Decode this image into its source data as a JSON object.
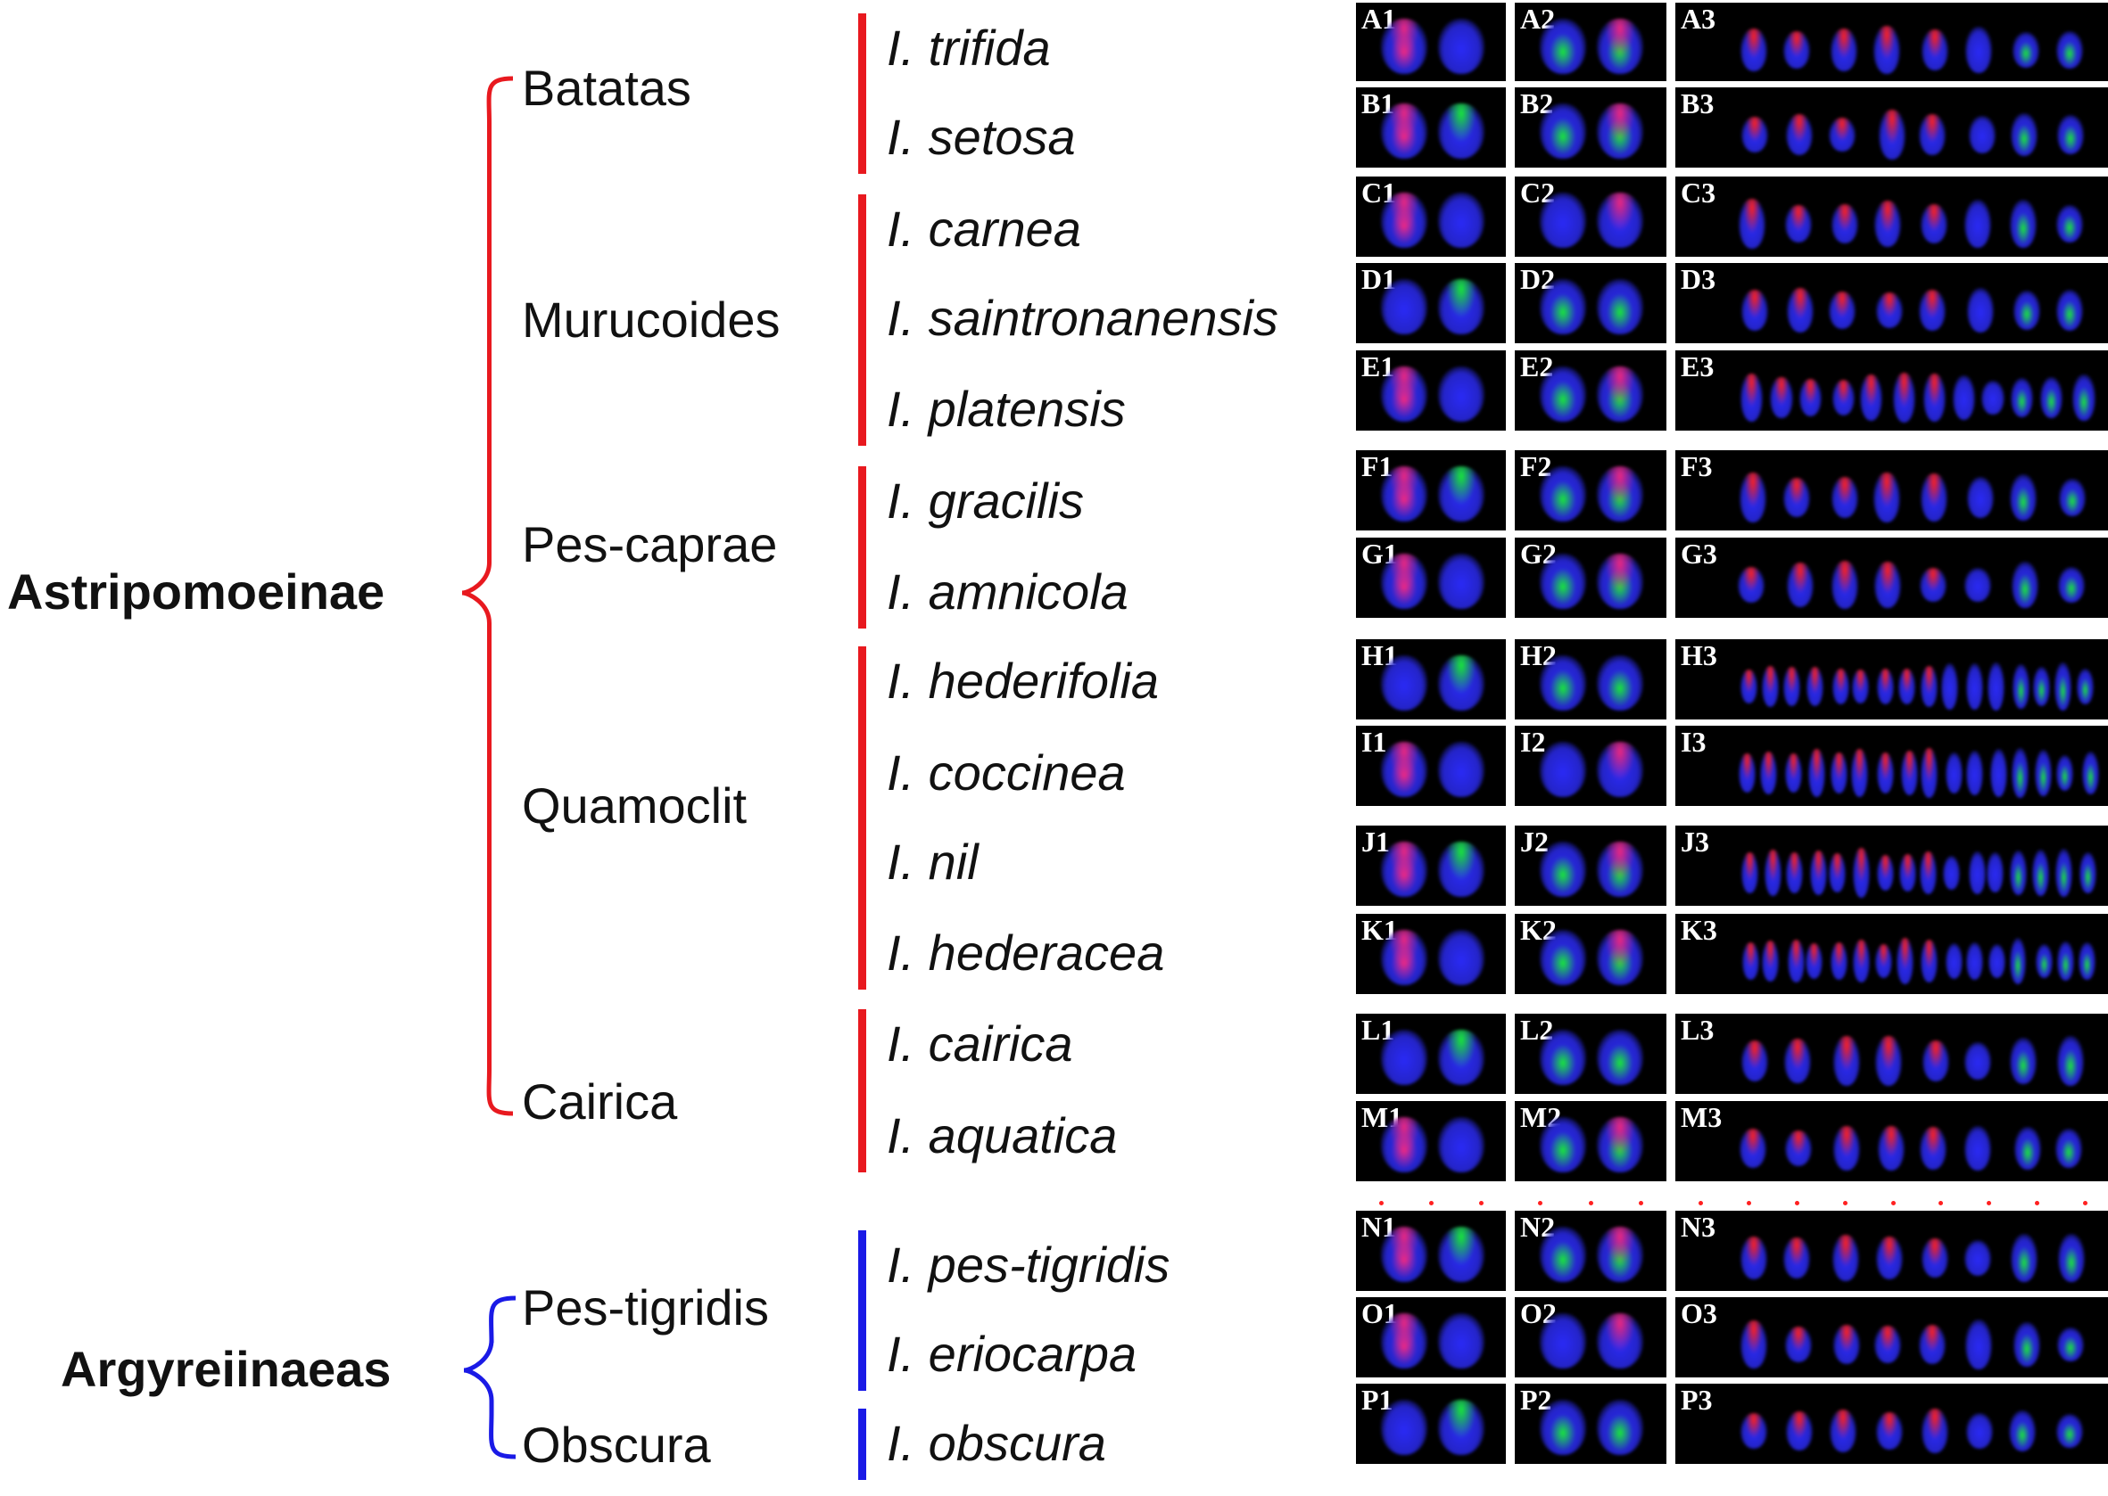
{
  "colors": {
    "astripomoeinae": "#e8191f",
    "argyreiinaeas": "#1a1ae6",
    "panel_bg": "#000000",
    "panel_label": "#ffffff",
    "dna_blue": "#2a2af5",
    "probe_red": "#ff2020",
    "probe_green": "#18e838",
    "separator": "#ff2020"
  },
  "subfamilies": [
    {
      "name": "Astripomoeinae",
      "color_key": "astripomoeinae",
      "sections": [
        {
          "name": "Batatas",
          "species": [
            "I. trifida",
            "I. setosa"
          ]
        },
        {
          "name": "Murucoides",
          "species": [
            "I. carnea",
            "I. saintronanensis",
            "I. platensis"
          ]
        },
        {
          "name": "Pes-caprae",
          "species": [
            "I. gracilis",
            "I. amnicola"
          ]
        },
        {
          "name": "Quamoclit",
          "species": [
            "I. hederifolia",
            "I. coccinea",
            "I. nil",
            "I. hederacea"
          ]
        },
        {
          "name": "Cairica",
          "species": [
            "I. cairica",
            "I. aquatica"
          ]
        }
      ]
    },
    {
      "name": "Argyreiinaeas",
      "color_key": "argyreiinaeas",
      "sections": [
        {
          "name": "Pes-tigridis",
          "species": [
            "I. pes-tigridis",
            "I. eriocarpa"
          ]
        },
        {
          "name": "Obscura",
          "species": [
            "I. obscura"
          ]
        }
      ]
    }
  ],
  "panels": {
    "rows": [
      "A",
      "B",
      "C",
      "D",
      "E",
      "F",
      "G",
      "H",
      "I",
      "J",
      "K",
      "L",
      "M",
      "N",
      "O",
      "P"
    ],
    "columns": [
      "1",
      "2",
      "3"
    ]
  }
}
